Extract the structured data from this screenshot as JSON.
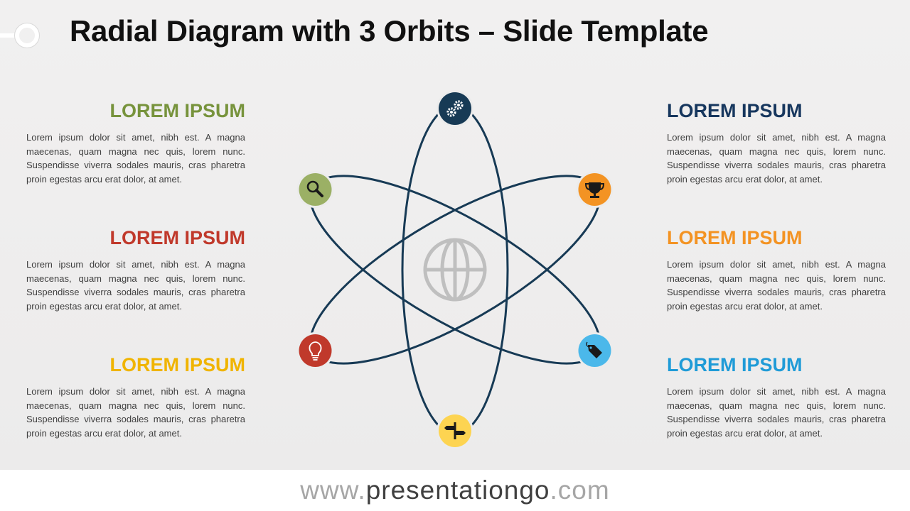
{
  "title": "Radial Diagram with 3 Orbits – Slide Template",
  "blocks": [
    {
      "heading": "LOREM IPSUM",
      "color": "#77933c",
      "body": "Lorem ipsum dolor sit amet, nibh est. A magna maecenas, quam magna nec quis, lorem nunc. Suspendisse viverra sodales mauris, cras pharetra proin egestas arcu erat dolor, at amet."
    },
    {
      "heading": "LOREM IPSUM",
      "color": "#c0392b",
      "body": "Lorem ipsum dolor sit amet, nibh est. A magna maecenas, quam magna nec quis, lorem nunc. Suspendisse viverra sodales mauris, cras pharetra proin egestas arcu erat dolor, at amet."
    },
    {
      "heading": "LOREM IPSUM",
      "color": "#f0b400",
      "body": "Lorem ipsum dolor sit amet, nibh est. A magna maecenas, quam magna nec quis, lorem nunc. Suspendisse viverra sodales mauris, cras pharetra proin egestas arcu erat dolor, at amet."
    },
    {
      "heading": "LOREM IPSUM",
      "color": "#17375e",
      "body": "Lorem ipsum dolor sit amet, nibh est. A magna maecenas, quam magna nec quis, lorem nunc. Suspendisse viverra sodales mauris, cras pharetra proin egestas arcu erat dolor, at amet."
    },
    {
      "heading": "LOREM IPSUM",
      "color": "#f39323",
      "body": "Lorem ipsum dolor sit amet, nibh est. A magna maecenas, quam magna nec quis, lorem nunc. Suspendisse viverra sodales mauris, cras pharetra proin egestas arcu erat dolor, at amet."
    },
    {
      "heading": "LOREM IPSUM",
      "color": "#1f9bd7",
      "body": "Lorem ipsum dolor sit amet, nibh est. A magna maecenas, quam magna nec quis, lorem nunc. Suspendisse viverra sodales mauris, cras pharetra proin egestas arcu erat dolor, at amet."
    }
  ],
  "diagram": {
    "orbit_color": "#173a55",
    "center_icon": "globe-icon",
    "center_color": "#bfbfbf",
    "nodes": [
      {
        "icon": "gears-icon",
        "color": "#173a55"
      },
      {
        "icon": "trophy-icon",
        "color": "#f39323"
      },
      {
        "icon": "price-tag-icon",
        "color": "#4bb8ea"
      },
      {
        "icon": "signpost-icon",
        "color": "#fdd451"
      },
      {
        "icon": "lightbulb-icon",
        "color": "#c0392b"
      },
      {
        "icon": "magnifier-icon",
        "color": "#9bb065"
      }
    ]
  },
  "footer": {
    "prefix": "www.",
    "brand": "presentationgo",
    "suffix": ".com"
  }
}
